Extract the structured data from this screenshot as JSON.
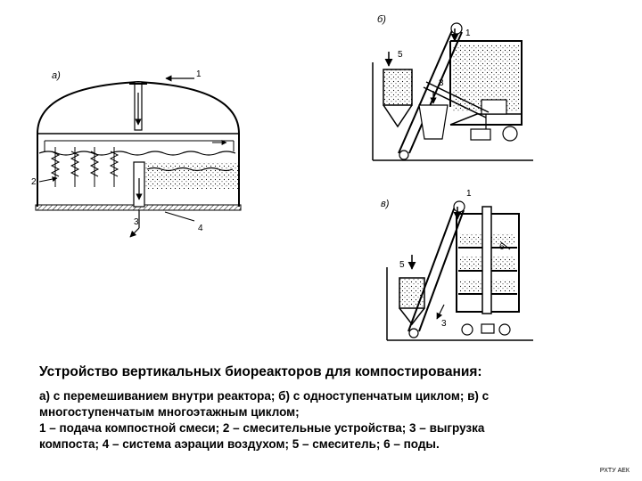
{
  "panels": {
    "a": {
      "label": "а)",
      "callouts": [
        "1",
        "2",
        "3",
        "4"
      ]
    },
    "b": {
      "label": "б)",
      "callouts": [
        "1",
        "5",
        "3"
      ]
    },
    "c": {
      "label": "в)",
      "callouts": [
        "1",
        "6",
        "5",
        "3"
      ]
    }
  },
  "caption": {
    "title": "Устройство вертикальных биореакторов для компостирования:",
    "lines": [
      "а) с перемешиванием внутри реактора; б) с одноступенчатым циклом; в) с",
      "многоступенчатым многоэтажным циклом;",
      "1 – подача компостной смеси; 2 – смесительные устройства; 3 – выгрузка",
      "компоста; 4 – система аэрации воздухом; 5 – смеситель; 6 – поды."
    ]
  },
  "footer": "РХТУ АЕК",
  "colors": {
    "ink": "#000000",
    "paper": "#ffffff"
  }
}
